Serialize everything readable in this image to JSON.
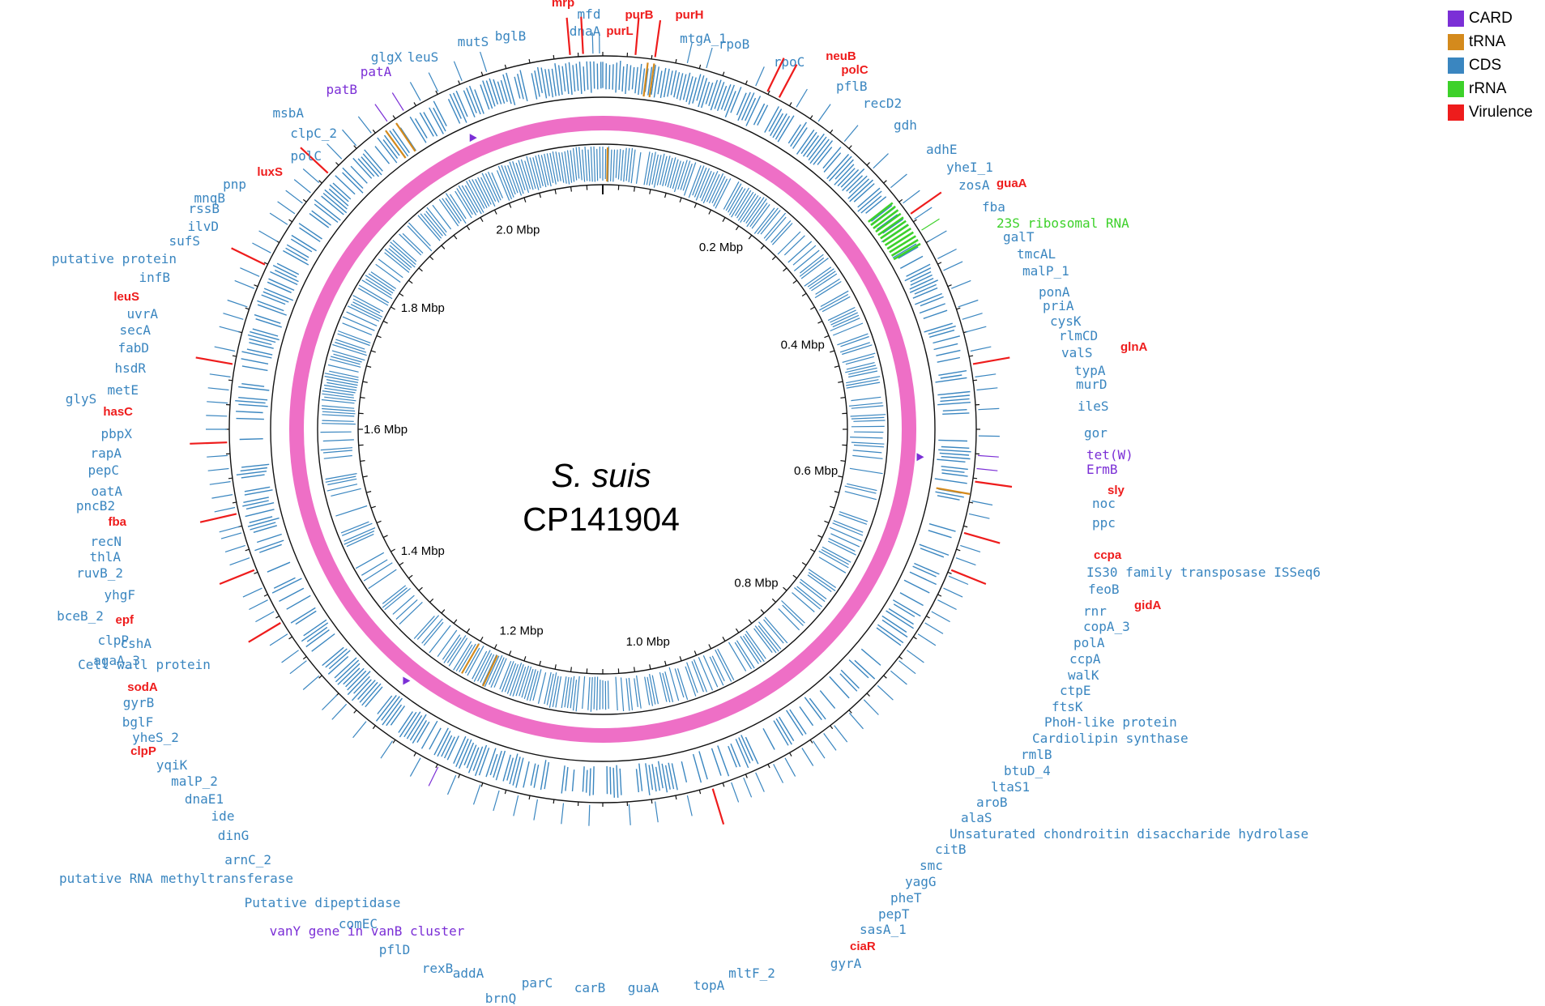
{
  "title": {
    "species": "S. suis",
    "accession": "CP141904"
  },
  "colors": {
    "CARD": "#7b2fd6",
    "tRNA": "#d48a1c",
    "CDS": "#3a86c0",
    "rRNA": "#3dd12a",
    "Virulence": "#ee1c1c",
    "gc_ring": "#ee6fc6"
  },
  "legend": [
    {
      "key": "CARD",
      "label": "CARD"
    },
    {
      "key": "tRNA",
      "label": "tRNA"
    },
    {
      "key": "CDS",
      "label": "CDS"
    },
    {
      "key": "rRNA",
      "label": "rRNA"
    },
    {
      "key": "Virulence",
      "label": "Virulence"
    }
  ],
  "scale_labels": [
    "0.2 Mbp",
    "0.4 Mbp",
    "0.6 Mbp",
    "0.8 Mbp",
    "1.0 Mbp",
    "1.2 Mbp",
    "1.4 Mbp",
    "1.6 Mbp",
    "1.8 Mbp",
    "2.0 Mbp"
  ],
  "genes": [
    {
      "name": "mfd",
      "type": "CDS"
    },
    {
      "name": "dnaA",
      "type": "CDS"
    },
    {
      "name": "mrp",
      "type": "Virulence"
    },
    {
      "name": "purL",
      "type": "Virulence"
    },
    {
      "name": "purB",
      "type": "Virulence"
    },
    {
      "name": "purH",
      "type": "Virulence"
    },
    {
      "name": "mtgA_1",
      "type": "CDS"
    },
    {
      "name": "rpoB",
      "type": "CDS"
    },
    {
      "name": "rpoC",
      "type": "CDS"
    },
    {
      "name": "neuB",
      "type": "Virulence"
    },
    {
      "name": "polC",
      "type": "Virulence"
    },
    {
      "name": "pflB",
      "type": "CDS"
    },
    {
      "name": "recD2",
      "type": "CDS"
    },
    {
      "name": "gdh",
      "type": "CDS"
    },
    {
      "name": "adhE",
      "type": "CDS"
    },
    {
      "name": "yheI_1",
      "type": "CDS"
    },
    {
      "name": "zosA",
      "type": "CDS"
    },
    {
      "name": "guaA",
      "type": "Virulence"
    },
    {
      "name": "fba",
      "type": "CDS"
    },
    {
      "name": "23S ribosomal RNA",
      "type": "rRNA"
    },
    {
      "name": "galT",
      "type": "CDS"
    },
    {
      "name": "tmcAL",
      "type": "CDS"
    },
    {
      "name": "malP_1",
      "type": "CDS"
    },
    {
      "name": "ponA",
      "type": "CDS"
    },
    {
      "name": "priA",
      "type": "CDS"
    },
    {
      "name": "cysK",
      "type": "CDS"
    },
    {
      "name": "rlmCD",
      "type": "CDS"
    },
    {
      "name": "valS",
      "type": "CDS"
    },
    {
      "name": "glnA",
      "type": "Virulence"
    },
    {
      "name": "typA",
      "type": "CDS"
    },
    {
      "name": "murD",
      "type": "CDS"
    },
    {
      "name": "ileS",
      "type": "CDS"
    },
    {
      "name": "gor",
      "type": "CDS"
    },
    {
      "name": "tet(W)",
      "type": "CARD"
    },
    {
      "name": "ErmB",
      "type": "CARD"
    },
    {
      "name": "sly",
      "type": "Virulence"
    },
    {
      "name": "noc",
      "type": "CDS"
    },
    {
      "name": "ppc",
      "type": "CDS"
    },
    {
      "name": "ccpa",
      "type": "Virulence"
    },
    {
      "name": "IS30 family transposase ISSeq6",
      "type": "CDS"
    },
    {
      "name": "feoB",
      "type": "CDS"
    },
    {
      "name": "gidA",
      "type": "Virulence"
    },
    {
      "name": "rnr",
      "type": "CDS"
    },
    {
      "name": "copA_3",
      "type": "CDS"
    },
    {
      "name": "polA",
      "type": "CDS"
    },
    {
      "name": "ccpA",
      "type": "CDS"
    },
    {
      "name": "walK",
      "type": "CDS"
    },
    {
      "name": "ctpE",
      "type": "CDS"
    },
    {
      "name": "ftsK",
      "type": "CDS"
    },
    {
      "name": "PhoH-like protein",
      "type": "CDS"
    },
    {
      "name": "Cardiolipin synthase",
      "type": "CDS"
    },
    {
      "name": "rmlB",
      "type": "CDS"
    },
    {
      "name": "btuD_4",
      "type": "CDS"
    },
    {
      "name": "ltaS1",
      "type": "CDS"
    },
    {
      "name": "aroB",
      "type": "CDS"
    },
    {
      "name": "alaS",
      "type": "CDS"
    },
    {
      "name": "Unsaturated chondroitin disaccharide hydrolase",
      "type": "CDS"
    },
    {
      "name": "citB",
      "type": "CDS"
    },
    {
      "name": "smc",
      "type": "CDS"
    },
    {
      "name": "yagG",
      "type": "CDS"
    },
    {
      "name": "pheT",
      "type": "CDS"
    },
    {
      "name": "pepT",
      "type": "CDS"
    },
    {
      "name": "sasA_1",
      "type": "CDS"
    },
    {
      "name": "ciaR",
      "type": "Virulence"
    },
    {
      "name": "gyrA",
      "type": "CDS"
    },
    {
      "name": "mltF_2",
      "type": "CDS"
    },
    {
      "name": "topA",
      "type": "CDS"
    },
    {
      "name": "guaA",
      "type": "CDS"
    },
    {
      "name": "carB",
      "type": "CDS"
    },
    {
      "name": "parC",
      "type": "CDS"
    },
    {
      "name": "brnQ",
      "type": "CDS"
    },
    {
      "name": "addA",
      "type": "CDS"
    },
    {
      "name": "rexB",
      "type": "CDS"
    },
    {
      "name": "pflD",
      "type": "CDS"
    },
    {
      "name": "vanY gene in vanB cluster",
      "type": "CARD"
    },
    {
      "name": "comEC",
      "type": "CDS"
    },
    {
      "name": "Putative dipeptidase",
      "type": "CDS"
    },
    {
      "name": "putative RNA methyltransferase",
      "type": "CDS"
    },
    {
      "name": "arnC_2",
      "type": "CDS"
    },
    {
      "name": "dinG",
      "type": "CDS"
    },
    {
      "name": "ide",
      "type": "CDS"
    },
    {
      "name": "dnaE1",
      "type": "CDS"
    },
    {
      "name": "malP_2",
      "type": "CDS"
    },
    {
      "name": "yqiK",
      "type": "CDS"
    },
    {
      "name": "clpP",
      "type": "Virulence"
    },
    {
      "name": "yheS_2",
      "type": "CDS"
    },
    {
      "name": "bglF",
      "type": "CDS"
    },
    {
      "name": "gyrB",
      "type": "CDS"
    },
    {
      "name": "sodA",
      "type": "Virulence"
    },
    {
      "name": "Cell wall protein",
      "type": "CDS"
    },
    {
      "name": "clpP",
      "type": "CDS"
    },
    {
      "name": "agaA_3",
      "type": "CDS"
    },
    {
      "name": "cshA",
      "type": "CDS"
    },
    {
      "name": "epf",
      "type": "Virulence"
    },
    {
      "name": "bceB_2",
      "type": "CDS"
    },
    {
      "name": "yhgF",
      "type": "CDS"
    },
    {
      "name": "ruvB_2",
      "type": "CDS"
    },
    {
      "name": "thlA",
      "type": "CDS"
    },
    {
      "name": "recN",
      "type": "CDS"
    },
    {
      "name": "fba",
      "type": "Virulence"
    },
    {
      "name": "pncB2",
      "type": "CDS"
    },
    {
      "name": "oatA",
      "type": "CDS"
    },
    {
      "name": "pepC",
      "type": "CDS"
    },
    {
      "name": "rapA",
      "type": "CDS"
    },
    {
      "name": "pbpX",
      "type": "CDS"
    },
    {
      "name": "hasC",
      "type": "Virulence"
    },
    {
      "name": "glyS",
      "type": "CDS"
    },
    {
      "name": "metE",
      "type": "CDS"
    },
    {
      "name": "hsdR",
      "type": "CDS"
    },
    {
      "name": "fabD",
      "type": "CDS"
    },
    {
      "name": "secA",
      "type": "CDS"
    },
    {
      "name": "uvrA",
      "type": "CDS"
    },
    {
      "name": "leuS",
      "type": "Virulence"
    },
    {
      "name": "infB",
      "type": "CDS"
    },
    {
      "name": "putative protein",
      "type": "CDS"
    },
    {
      "name": "sufS",
      "type": "CDS"
    },
    {
      "name": "ilvD",
      "type": "CDS"
    },
    {
      "name": "rssB",
      "type": "CDS"
    },
    {
      "name": "mnqB",
      "type": "CDS"
    },
    {
      "name": "pnp",
      "type": "CDS"
    },
    {
      "name": "luxS",
      "type": "Virulence"
    },
    {
      "name": "polC",
      "type": "CDS"
    },
    {
      "name": "clpC_2",
      "type": "CDS"
    },
    {
      "name": "msbA",
      "type": "CDS"
    },
    {
      "name": "patB",
      "type": "CARD"
    },
    {
      "name": "patA",
      "type": "CARD"
    },
    {
      "name": "glgX",
      "type": "CDS"
    },
    {
      "name": "leuS",
      "type": "CDS"
    },
    {
      "name": "mutS",
      "type": "CDS"
    },
    {
      "name": "bglB",
      "type": "CDS"
    }
  ]
}
